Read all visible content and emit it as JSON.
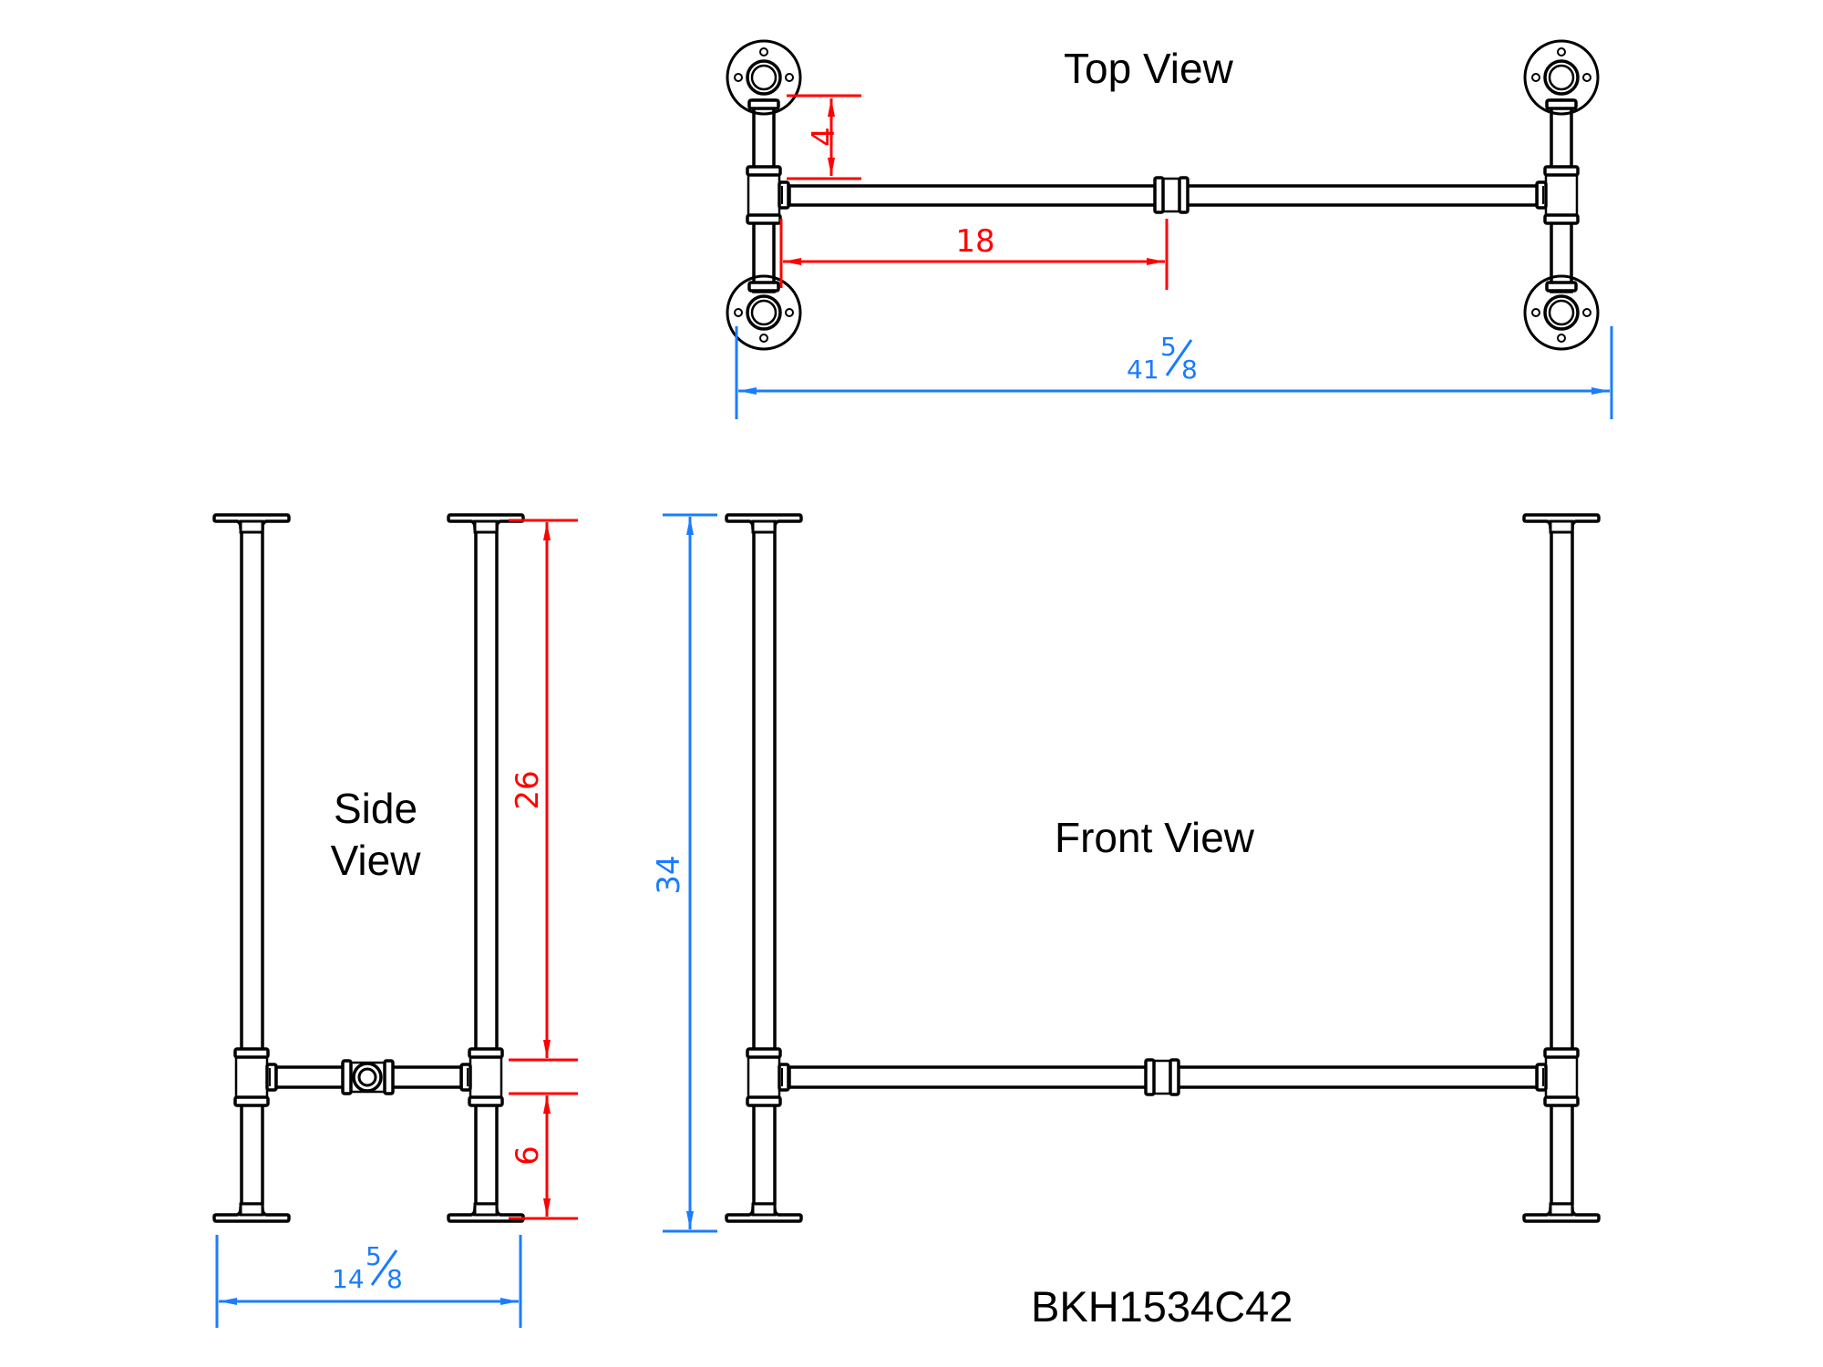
{
  "drawing": {
    "part_number": "BKH1534C42",
    "views": {
      "top": {
        "label": "Top View"
      },
      "side": {
        "label_line1": "Side",
        "label_line2": "View"
      },
      "front": {
        "label": "Front View"
      }
    },
    "dimensions": {
      "top_leg_offset": {
        "value": "4",
        "unit": "in",
        "color": "#ff0000"
      },
      "top_half_span": {
        "value": "18",
        "unit": "in",
        "color": "#ff0000"
      },
      "overall_length": {
        "whole": "41",
        "numerator": "5",
        "denominator": "8",
        "unit": "in",
        "color": "#1a7cff"
      },
      "side_upper_leg": {
        "value": "26",
        "unit": "in",
        "color": "#ff0000"
      },
      "side_lower_leg": {
        "value": "6",
        "unit": "in",
        "color": "#ff0000"
      },
      "overall_height": {
        "value": "34",
        "unit": "in",
        "color": "#1a7cff"
      },
      "overall_width": {
        "whole": "14",
        "numerator": "5",
        "denominator": "8",
        "unit": "in",
        "color": "#1a7cff"
      }
    },
    "colors": {
      "line": "#000000",
      "dimension_red": "#ff0000",
      "dimension_blue": "#1a7cff",
      "background": "#ffffff"
    }
  }
}
